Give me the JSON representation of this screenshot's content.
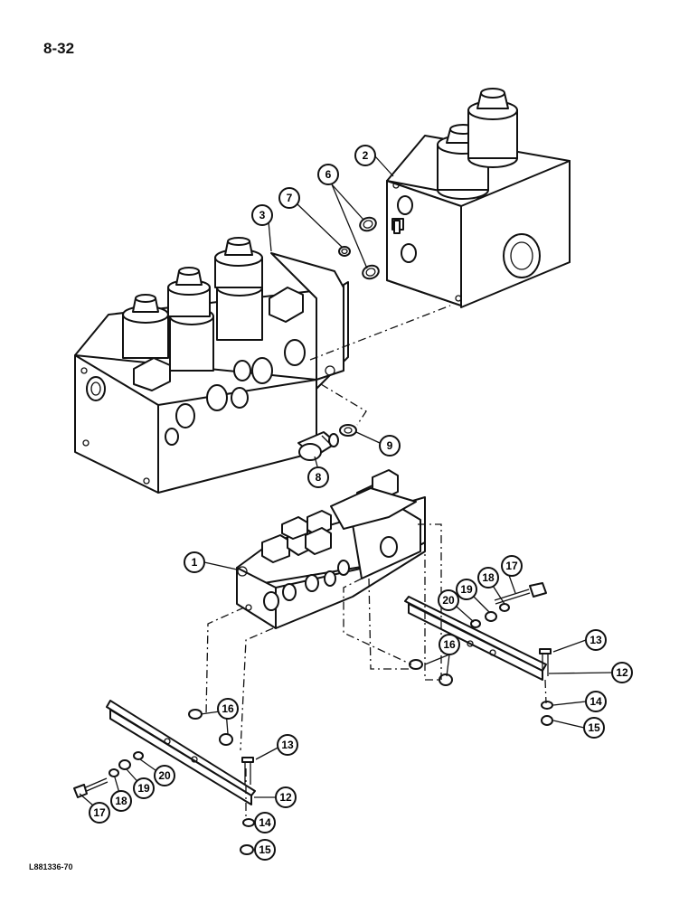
{
  "page": {
    "number": "8-32",
    "drawing_code": "L881336-70"
  },
  "callouts": [
    {
      "id": "c1",
      "label": "1"
    },
    {
      "id": "c2",
      "label": "2"
    },
    {
      "id": "c3",
      "label": "3"
    },
    {
      "id": "c6",
      "label": "6"
    },
    {
      "id": "c7",
      "label": "7"
    },
    {
      "id": "c8",
      "label": "8"
    },
    {
      "id": "c9",
      "label": "9"
    },
    {
      "id": "c13a",
      "label": "13"
    },
    {
      "id": "c12a",
      "label": "12"
    },
    {
      "id": "c14a",
      "label": "14"
    },
    {
      "id": "c15a",
      "label": "15"
    },
    {
      "id": "c16a",
      "label": "16"
    },
    {
      "id": "c17a",
      "label": "17"
    },
    {
      "id": "c18a",
      "label": "18"
    },
    {
      "id": "c19a",
      "label": "19"
    },
    {
      "id": "c20a",
      "label": "20"
    },
    {
      "id": "c13b",
      "label": "13"
    },
    {
      "id": "c12b",
      "label": "12"
    },
    {
      "id": "c14b",
      "label": "14"
    },
    {
      "id": "c15b",
      "label": "15"
    },
    {
      "id": "c16b",
      "label": "16"
    },
    {
      "id": "c17b",
      "label": "17"
    },
    {
      "id": "c18b",
      "label": "18"
    },
    {
      "id": "c19b",
      "label": "19"
    },
    {
      "id": "c20b",
      "label": "20"
    }
  ]
}
